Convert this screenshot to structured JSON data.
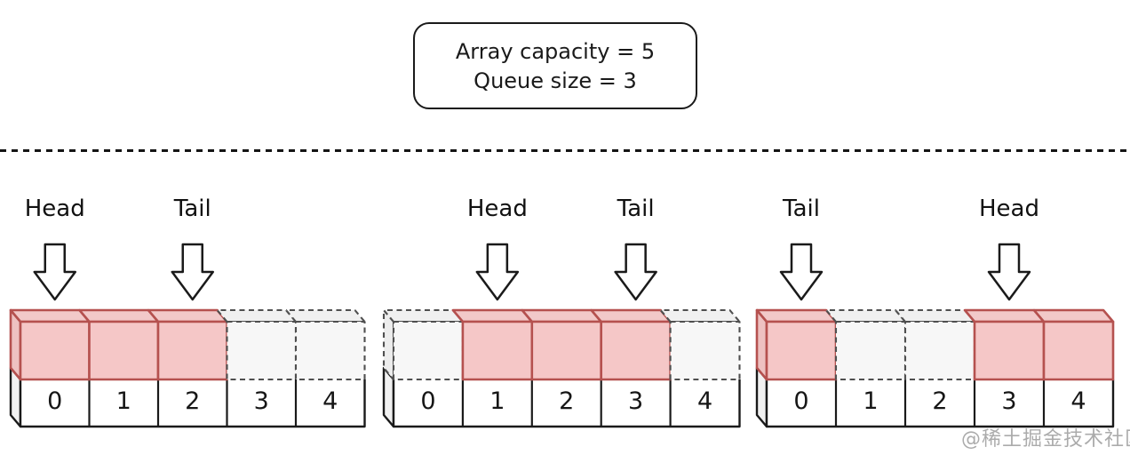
{
  "title": {
    "line1": "Array capacity = 5",
    "line2": "Queue size = 3"
  },
  "watermark": "@稀土掘金技术社区",
  "colors": {
    "line": "#1a1a1a",
    "filled_front": "#f5c7c7",
    "filled_top": "#f2c9c9",
    "filled_side": "#eec1c1",
    "filled_border": "#b5514f",
    "empty_front": "#f7f7f7",
    "empty_top": "#f0f0f0",
    "empty_side": "#ededed",
    "empty_border": "#4f4f4f",
    "row_front": "#ffffff",
    "row_side": "#f1f1f1",
    "arrow_fill": "#ffffff"
  },
  "diagrams": [
    {
      "name": "queue-state-1",
      "indices": [
        "0",
        "1",
        "2",
        "3",
        "4"
      ],
      "filled_cells": [
        0,
        1,
        2
      ],
      "pointers": [
        {
          "label": "Head",
          "cell": 0
        },
        {
          "label": "Tail",
          "cell": 2
        }
      ]
    },
    {
      "name": "queue-state-2",
      "indices": [
        "0",
        "1",
        "2",
        "3",
        "4"
      ],
      "filled_cells": [
        1,
        2,
        3
      ],
      "pointers": [
        {
          "label": "Head",
          "cell": 1
        },
        {
          "label": "Tail",
          "cell": 3
        }
      ]
    },
    {
      "name": "queue-state-3",
      "indices": [
        "0",
        "1",
        "2",
        "3",
        "4"
      ],
      "filled_cells": [
        0,
        3,
        4
      ],
      "pointers": [
        {
          "label": "Tail",
          "cell": 0
        },
        {
          "label": "Head",
          "cell": 3
        }
      ]
    }
  ]
}
